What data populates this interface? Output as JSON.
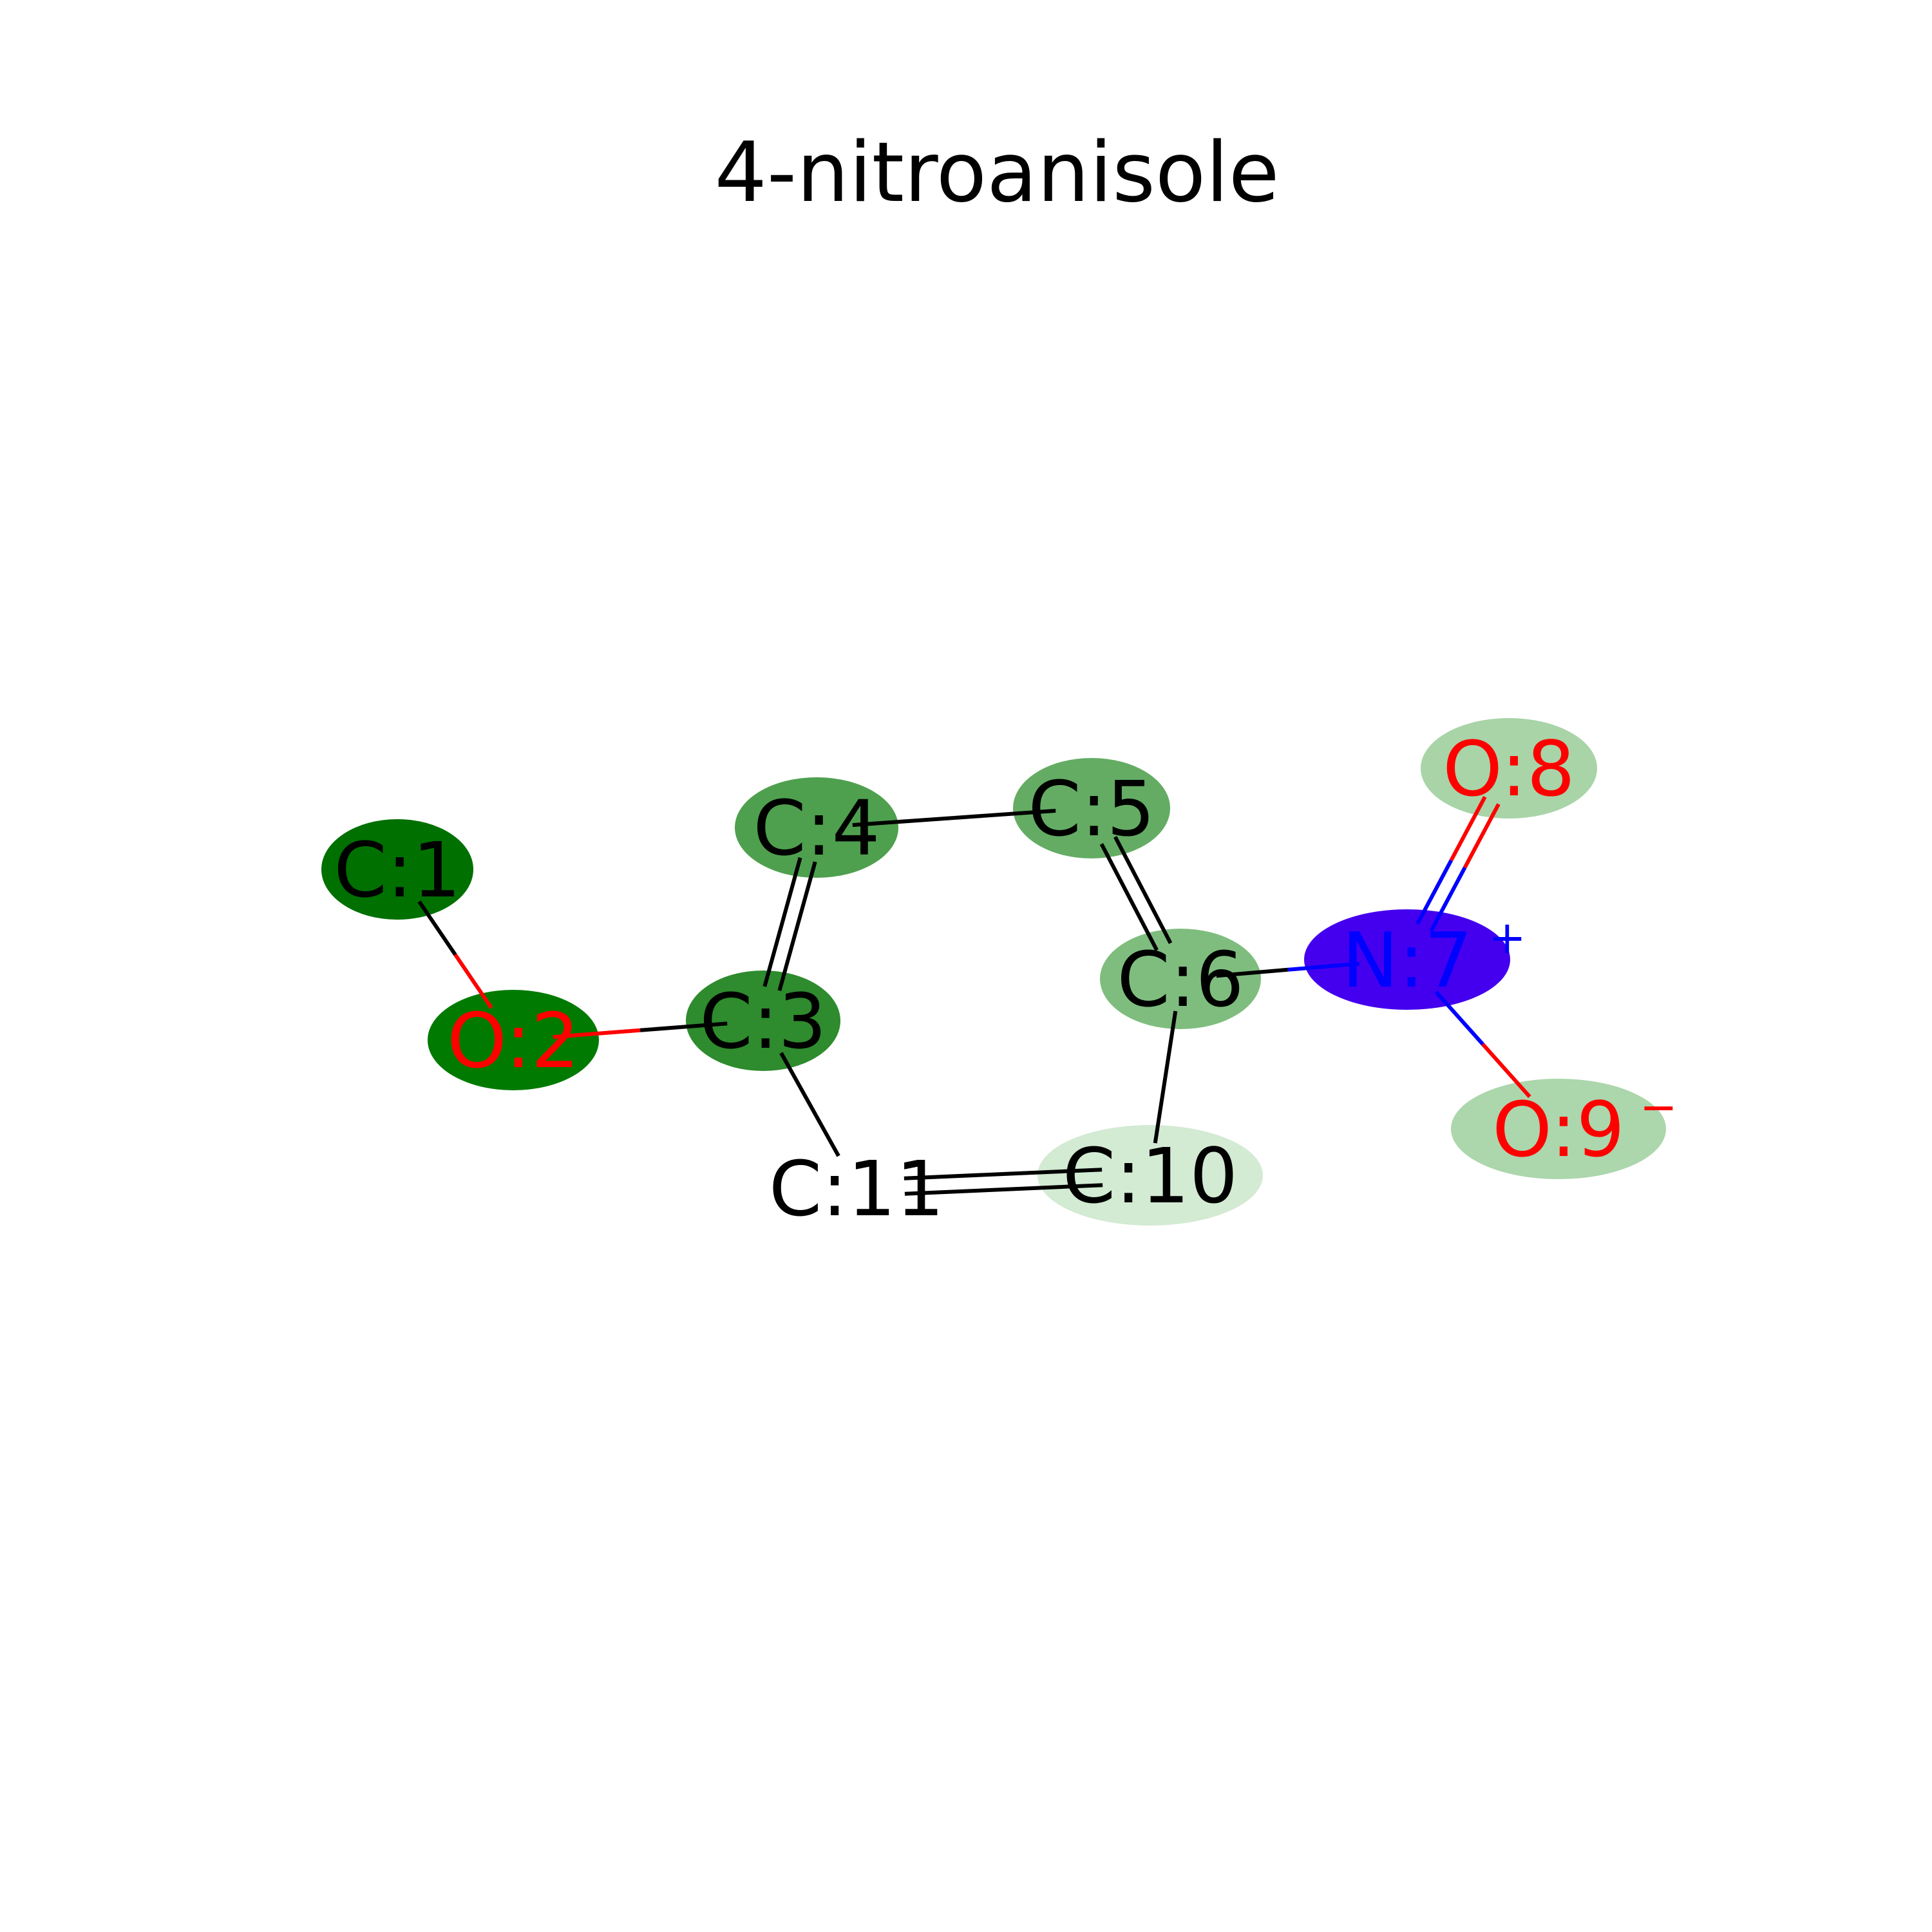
{
  "title": "4-nitroanisole",
  "colors": {
    "carbon": "#000000",
    "oxygen": "#ff0000",
    "nitrogen": "#0000ff"
  },
  "atoms": [
    {
      "id": "C1",
      "label": "C:1",
      "element": "C",
      "charge": "",
      "highlight": "#007000"
    },
    {
      "id": "O2",
      "label": "O:2",
      "element": "O",
      "charge": "",
      "highlight": "#007a00"
    },
    {
      "id": "C3",
      "label": "C:3",
      "element": "C",
      "charge": "",
      "highlight": "#2e8b2e"
    },
    {
      "id": "C4",
      "label": "C:4",
      "element": "C",
      "charge": "",
      "highlight": "#4ea04e"
    },
    {
      "id": "C5",
      "label": "C:5",
      "element": "C",
      "charge": "",
      "highlight": "#64ac64"
    },
    {
      "id": "C6",
      "label": "C:6",
      "element": "C",
      "charge": "",
      "highlight": "#7fbd7f"
    },
    {
      "id": "N7",
      "label": "N:7",
      "element": "N",
      "charge": "+",
      "highlight": "#4400ee"
    },
    {
      "id": "O8",
      "label": "O:8",
      "element": "O",
      "charge": "",
      "highlight": "#a8d4a8"
    },
    {
      "id": "O9",
      "label": "O:9",
      "element": "O",
      "charge": "−",
      "highlight": "#acd6ac"
    },
    {
      "id": "C10",
      "label": "C:10",
      "element": "C",
      "charge": "",
      "highlight": "#d3ead3"
    },
    {
      "id": "C11",
      "label": "C:11",
      "element": "C",
      "charge": "",
      "highlight": null
    }
  ],
  "bonds": [
    {
      "a": "C1",
      "b": "O2",
      "order": 1
    },
    {
      "a": "O2",
      "b": "C3",
      "order": 1
    },
    {
      "a": "C3",
      "b": "C4",
      "order": 2
    },
    {
      "a": "C4",
      "b": "C5",
      "order": 1
    },
    {
      "a": "C5",
      "b": "C6",
      "order": 2
    },
    {
      "a": "C6",
      "b": "N7",
      "order": 1
    },
    {
      "a": "N7",
      "b": "O8",
      "order": 2
    },
    {
      "a": "N7",
      "b": "O9",
      "order": 1
    },
    {
      "a": "C6",
      "b": "C10",
      "order": 1
    },
    {
      "a": "C10",
      "b": "C11",
      "order": 2
    },
    {
      "a": "C11",
      "b": "C3",
      "order": 1
    }
  ]
}
